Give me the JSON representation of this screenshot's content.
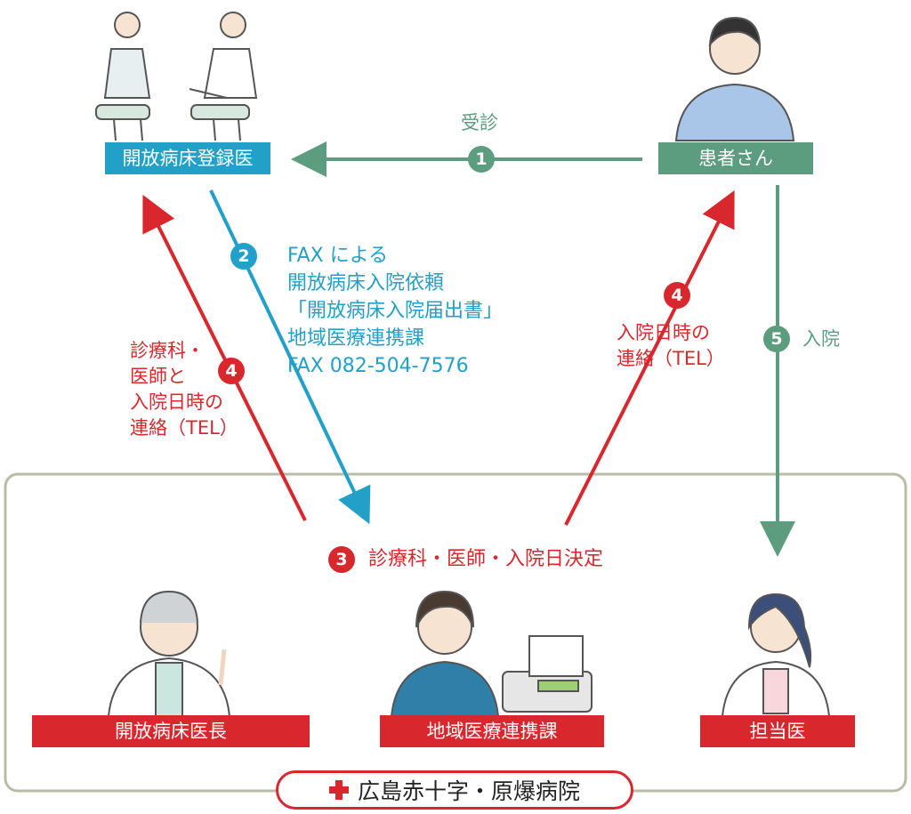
{
  "nodes": {
    "registered_doctor": "開放病床登録医",
    "patient": "患者さん",
    "ward_head": "開放病床医長",
    "liaison_dept": "地域医療連携課",
    "attending": "担当医"
  },
  "steps": {
    "s1": {
      "num": "1",
      "label": "受診"
    },
    "s2": {
      "num": "2",
      "lines": [
        "FAX による",
        "開放病床入院依頼",
        "「開放病床入院届出書」",
        "地域医療連携課",
        "FAX 082-504-7576"
      ]
    },
    "s3": {
      "num": "3",
      "label": "診療科・医師・入院日決定"
    },
    "s4_left": {
      "num": "4",
      "lines": [
        "診療科・",
        "医師と",
        "入院日時の",
        "連絡（TEL）"
      ]
    },
    "s4_right": {
      "num": "4",
      "lines": [
        "入院日時の",
        "連絡（TEL）"
      ]
    },
    "s5": {
      "num": "5",
      "label": "入院"
    }
  },
  "hospital_name": "広島赤十字・原爆病院",
  "colors": {
    "red": "#d9272e",
    "blue": "#23a0c8",
    "green": "#5c9d7f",
    "frame": "#b9bba8"
  }
}
